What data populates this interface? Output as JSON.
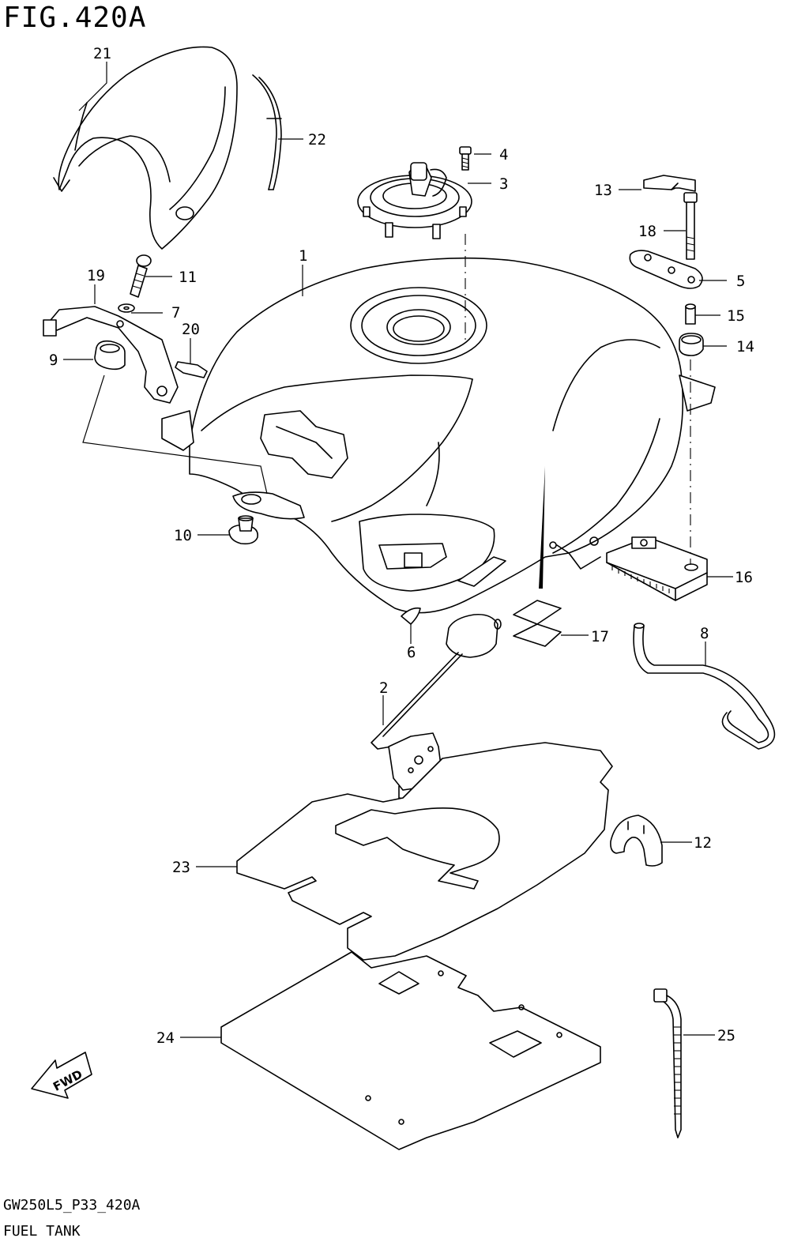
{
  "figure": {
    "title": "FIG.420A",
    "model_code": "GW250L5_P33_420A",
    "name": "FUEL TANK"
  },
  "fwd_label": "FWD",
  "callouts": [
    {
      "id": "c1",
      "label": "1"
    },
    {
      "id": "c2",
      "label": "2"
    },
    {
      "id": "c3",
      "label": "3"
    },
    {
      "id": "c4",
      "label": "4"
    },
    {
      "id": "c5",
      "label": "5"
    },
    {
      "id": "c6",
      "label": "6"
    },
    {
      "id": "c7",
      "label": "7"
    },
    {
      "id": "c8",
      "label": "8"
    },
    {
      "id": "c9",
      "label": "9"
    },
    {
      "id": "c10",
      "label": "10"
    },
    {
      "id": "c11",
      "label": "11"
    },
    {
      "id": "c12",
      "label": "12"
    },
    {
      "id": "c13",
      "label": "13"
    },
    {
      "id": "c14",
      "label": "14"
    },
    {
      "id": "c15",
      "label": "15"
    },
    {
      "id": "c16",
      "label": "16"
    },
    {
      "id": "c17",
      "label": "17"
    },
    {
      "id": "c18",
      "label": "18"
    },
    {
      "id": "c19",
      "label": "19"
    },
    {
      "id": "c20",
      "label": "20"
    },
    {
      "id": "c21",
      "label": "21"
    },
    {
      "id": "c22",
      "label": "22"
    },
    {
      "id": "c23",
      "label": "23"
    },
    {
      "id": "c24",
      "label": "24"
    },
    {
      "id": "c25",
      "label": "25"
    }
  ]
}
